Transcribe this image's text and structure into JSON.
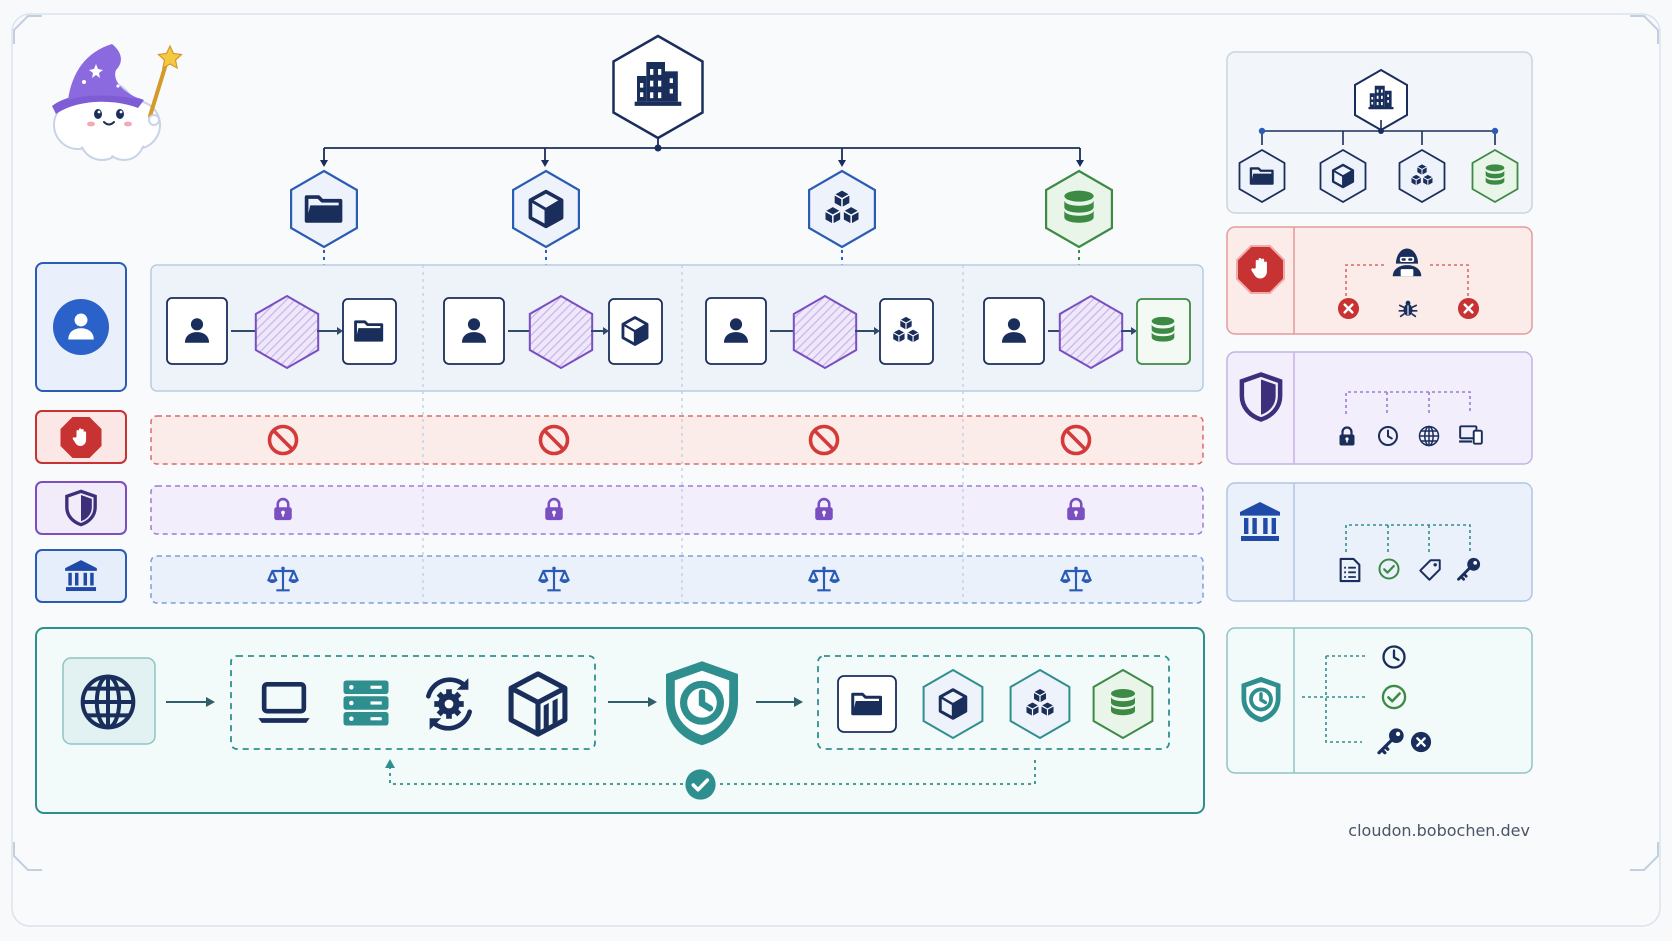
{
  "footer": {
    "url": "cloudon.bobochen.dev"
  },
  "colors": {
    "navy": "#1a2e5c",
    "blue": "#2a5bb5",
    "green": "#3c8a44",
    "purple": "#7a4fc1",
    "red": "#d43a3a",
    "teal": "#2f8f8f"
  },
  "diagram": {
    "root_icon": "organization-building-icon",
    "branches": [
      {
        "icon": "folder-icon",
        "color": "navy"
      },
      {
        "icon": "cube-icon",
        "color": "navy"
      },
      {
        "icon": "stacked-cubes-icon",
        "color": "navy"
      },
      {
        "icon": "database-icon",
        "color": "green"
      }
    ],
    "rows": [
      {
        "side_icon": "user-icon",
        "cell_icons": [
          "user-icon",
          "role-hexagon-icon",
          "resource-icon"
        ]
      },
      {
        "side_icon": "stop-hand-icon",
        "cell_icon": "no-entry-icon",
        "color": "red"
      },
      {
        "side_icon": "shield-icon",
        "cell_icon": "lock-icon",
        "color": "purple"
      },
      {
        "side_icon": "bank-icon",
        "cell_icon": "scales-icon",
        "color": "blue"
      }
    ],
    "flow": [
      "globe-icon",
      [
        "laptop-icon",
        "server-icon",
        "gear-sync-icon",
        "container-icon"
      ],
      "shield-clock-icon",
      [
        "folder-icon",
        "cube-icon",
        "stacked-cubes-icon",
        "database-icon"
      ],
      "check-circle-icon"
    ]
  },
  "legend_panels": [
    {
      "name": "hierarchy",
      "icons": [
        "organization-building-icon",
        "folder-icon",
        "cube-icon",
        "stacked-cubes-icon",
        "database-icon"
      ]
    },
    {
      "name": "deny",
      "icons": [
        "stop-hand-icon",
        "hacker-icon",
        "deny-x-icon",
        "bug-icon"
      ]
    },
    {
      "name": "boundary",
      "icons": [
        "shield-icon",
        "lock-icon",
        "clock-icon",
        "globe-icon",
        "device-icon"
      ]
    },
    {
      "name": "governance",
      "icons": [
        "bank-icon",
        "checklist-icon",
        "check-circle-icon",
        "tag-icon",
        "key-icon"
      ]
    },
    {
      "name": "temporary-access",
      "icons": [
        "shield-clock-icon",
        "clock-icon",
        "check-circle-icon",
        "key-icon",
        "deny-x-icon"
      ]
    }
  ]
}
